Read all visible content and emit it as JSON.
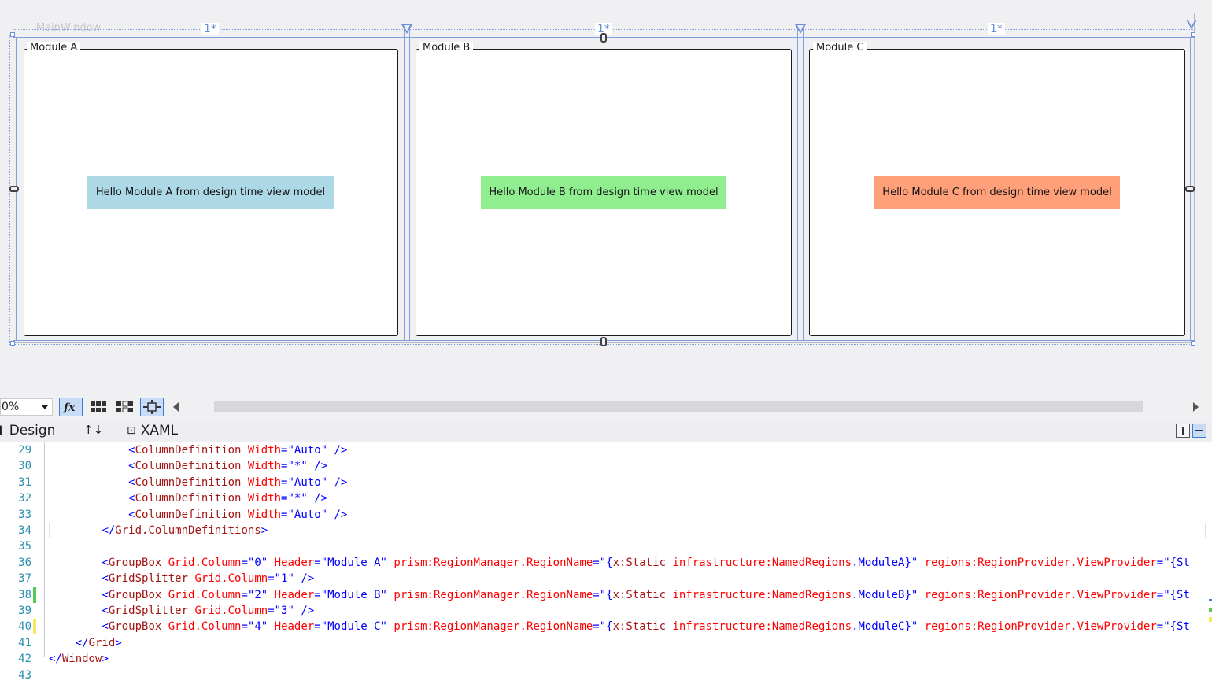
{
  "designer": {
    "window_title": "MainWindow",
    "columns": [
      "1*",
      "1*",
      "1*"
    ],
    "modules": [
      {
        "header": "Module A",
        "message": "Hello Module A from design time view model",
        "color": "#add8e6"
      },
      {
        "header": "Module B",
        "message": "Hello Module B from design time view model",
        "color": "#90ee90"
      },
      {
        "header": "Module C",
        "message": "Hello Module C from design time view model",
        "color": "#ffa07a"
      }
    ]
  },
  "toolbar": {
    "zoom": "0%",
    "fx_icon": "fx-icon",
    "grid_icon": "grid-icon",
    "snap_icon": "snap-grid-icon",
    "snap_lines_icon": "snap-lines-icon"
  },
  "tabs": {
    "design_label": "Design",
    "swap_label": "↑↓",
    "xaml_label": "XAML"
  },
  "editor": {
    "lines": [
      {
        "num": "29",
        "indent": "            ",
        "html": "<span class='t-punc'>&lt;</span><span class='t-elem'>ColumnDefinition</span> <span class='t-attr'>Width</span><span class='t-punc'>=</span><span class='t-val'>\"Auto\"</span> <span class='t-punc'>/&gt;</span>"
      },
      {
        "num": "30",
        "indent": "            ",
        "html": "<span class='t-punc'>&lt;</span><span class='t-elem'>ColumnDefinition</span> <span class='t-attr'>Width</span><span class='t-punc'>=</span><span class='t-val'>\"*\"</span> <span class='t-punc'>/&gt;</span>"
      },
      {
        "num": "31",
        "indent": "            ",
        "html": "<span class='t-punc'>&lt;</span><span class='t-elem'>ColumnDefinition</span> <span class='t-attr'>Width</span><span class='t-punc'>=</span><span class='t-val'>\"Auto\"</span> <span class='t-punc'>/&gt;</span>"
      },
      {
        "num": "32",
        "indent": "            ",
        "html": "<span class='t-punc'>&lt;</span><span class='t-elem'>ColumnDefinition</span> <span class='t-attr'>Width</span><span class='t-punc'>=</span><span class='t-val'>\"*\"</span> <span class='t-punc'>/&gt;</span>"
      },
      {
        "num": "33",
        "indent": "            ",
        "html": "<span class='t-punc'>&lt;</span><span class='t-elem'>ColumnDefinition</span> <span class='t-attr'>Width</span><span class='t-punc'>=</span><span class='t-val'>\"Auto\"</span> <span class='t-punc'>/&gt;</span>"
      },
      {
        "num": "34",
        "indent": "        ",
        "html": "<span class='t-punc'>&lt;/</span><span class='t-elem'>Grid.ColumnDefinitions</span><span class='t-punc'>&gt;</span>"
      },
      {
        "num": "35",
        "indent": "",
        "html": ""
      },
      {
        "num": "36",
        "indent": "        ",
        "html": "<span class='t-punc'>&lt;</span><span class='t-elem'>GroupBox</span> <span class='t-attr'>Grid.Column</span><span class='t-punc'>=</span><span class='t-val'>\"0\"</span> <span class='t-attr'>Header</span><span class='t-punc'>=</span><span class='t-val'>\"Module A\"</span> <span class='t-attr'>prism:RegionManager.RegionName</span><span class='t-punc'>=</span><span class='t-val'>\"{</span><span class='t-elem'>x:Static</span> <span class='t-attr'>infrastructure:NamedRegions</span><span class='t-val'>.ModuleA}\"</span> <span class='t-attr'>regions:RegionProvider.ViewProvider</span><span class='t-punc'>=</span><span class='t-val'>\"{St</span>"
      },
      {
        "num": "37",
        "indent": "        ",
        "html": "<span class='t-punc'>&lt;</span><span class='t-elem'>GridSplitter</span> <span class='t-attr'>Grid.Column</span><span class='t-punc'>=</span><span class='t-val'>\"1\"</span> <span class='t-punc'>/&gt;</span>"
      },
      {
        "num": "38",
        "indent": "        ",
        "html": "<span class='t-punc'>&lt;</span><span class='t-elem'>GroupBox</span> <span class='t-attr'>Grid.Column</span><span class='t-punc'>=</span><span class='t-val'>\"2\"</span> <span class='t-attr'>Header</span><span class='t-punc'>=</span><span class='t-val'>\"Module B\"</span> <span class='t-attr'>prism:RegionManager.RegionName</span><span class='t-punc'>=</span><span class='t-val'>\"{</span><span class='t-elem'>x:Static</span> <span class='t-attr'>infrastructure:NamedRegions</span><span class='t-val'>.ModuleB}\"</span> <span class='t-attr'>regions:RegionProvider.ViewProvider</span><span class='t-punc'>=</span><span class='t-val'>\"{St</span>"
      },
      {
        "num": "39",
        "indent": "        ",
        "html": "<span class='t-punc'>&lt;</span><span class='t-elem'>GridSplitter</span> <span class='t-attr'>Grid.Column</span><span class='t-punc'>=</span><span class='t-val'>\"3\"</span> <span class='t-punc'>/&gt;</span>"
      },
      {
        "num": "40",
        "indent": "        ",
        "html": "<span class='t-punc'>&lt;</span><span class='t-elem'>GroupBox</span> <span class='t-attr'>Grid.Column</span><span class='t-punc'>=</span><span class='t-val'>\"4\"</span> <span class='t-attr'>Header</span><span class='t-punc'>=</span><span class='t-val'>\"Module C\"</span> <span class='t-attr'>prism:RegionManager.RegionName</span><span class='t-punc'>=</span><span class='t-val'>\"{</span><span class='t-elem'>x:Static</span> <span class='t-attr'>infrastructure:NamedRegions</span><span class='t-val'>.ModuleC}\"</span> <span class='t-attr'>regions:RegionProvider.ViewProvider</span><span class='t-punc'>=</span><span class='t-val'>\"{St</span>"
      },
      {
        "num": "41",
        "indent": "    ",
        "html": "<span class='t-punc'>&lt;/</span><span class='t-elem'>Grid</span><span class='t-punc'>&gt;</span>"
      },
      {
        "num": "42",
        "indent": "",
        "html": "<span class='t-punc'>&lt;/</span><span class='t-elem'>Window</span><span class='t-punc'>&gt;</span>"
      },
      {
        "num": "43",
        "indent": "",
        "html": ""
      }
    ],
    "change_markers": [
      {
        "line": "38",
        "color": "green"
      },
      {
        "line": "40",
        "color": "yellow"
      }
    ]
  }
}
